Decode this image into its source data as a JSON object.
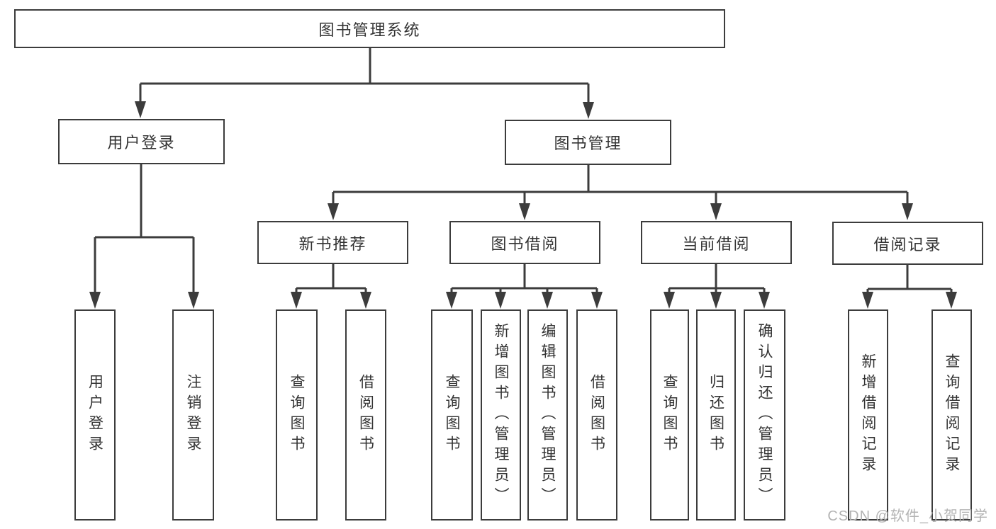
{
  "diagram_title": "图书管理系统",
  "tree": {
    "label": "图书管理系统",
    "children": [
      {
        "label": "用户登录",
        "children": [
          {
            "label": "用户登录"
          },
          {
            "label": "注销登录"
          }
        ]
      },
      {
        "label": "图书管理",
        "children": [
          {
            "label": "新书推荐",
            "children": [
              {
                "label": "查询图书"
              },
              {
                "label": "借阅图书"
              }
            ]
          },
          {
            "label": "图书借阅",
            "children": [
              {
                "label": "查询图书"
              },
              {
                "label": "新增图书（管理员）"
              },
              {
                "label": "编辑图书（管理员）"
              },
              {
                "label": "借阅图书"
              }
            ]
          },
          {
            "label": "当前借阅",
            "children": [
              {
                "label": "查询图书"
              },
              {
                "label": "归还图书"
              },
              {
                "label": "确认归还（管理员）"
              }
            ]
          },
          {
            "label": "借阅记录",
            "children": [
              {
                "label": "新增借阅记录"
              },
              {
                "label": "查询借阅记录"
              }
            ]
          }
        ]
      }
    ]
  },
  "watermark": "CSDN @软件_小贺同学",
  "colors": {
    "line": "#3c3c3c",
    "text": "#333333",
    "box_fill": "#ffffff",
    "watermark": "#b3b3b3",
    "background": "#ffffff"
  }
}
